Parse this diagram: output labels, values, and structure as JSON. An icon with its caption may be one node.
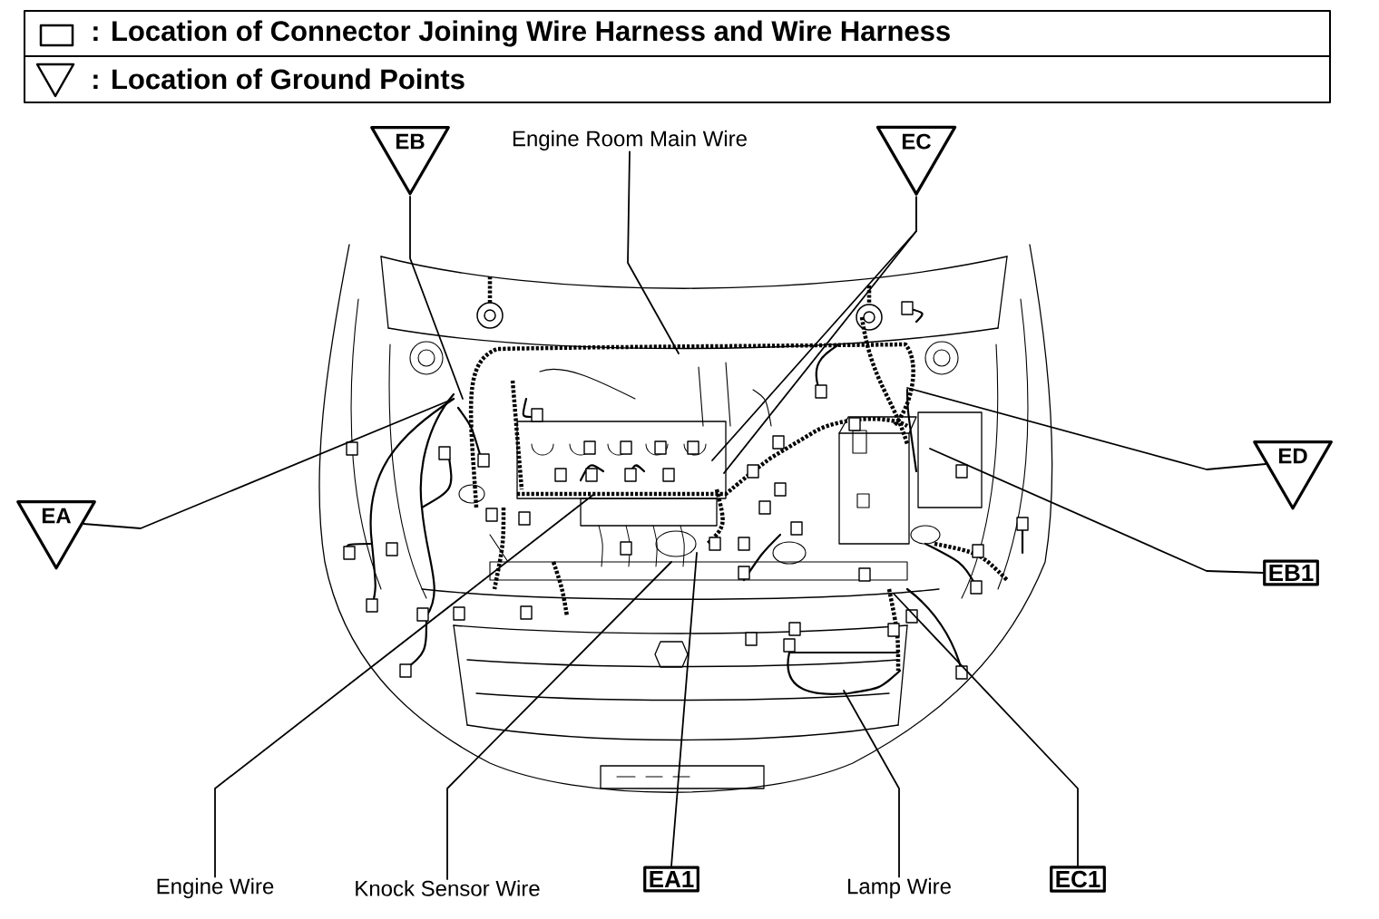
{
  "diagram": {
    "nodes": [
      {
        "text": [
          "EB"
        ]
      },
      {
        "text": [
          "Engine Room Main Wire"
        ]
      },
      {
        "text": [
          "EC"
        ]
      },
      {
        "text": [
          "EA"
        ]
      },
      {
        "text": [
          "ED"
        ]
      },
      {
        "text": [
          "EB1"
        ]
      },
      {
        "text": [
          "Engine Wire"
        ]
      },
      {
        "text": [
          "Knock Sensor Wire"
        ]
      },
      {
        "text": [
          "EA1"
        ]
      },
      {
        "text": [
          "Lamp Wire"
        ]
      },
      {
        "text": [
          "EC1"
        ]
      }
    ],
    "edges": [
      {
        "from": 0,
        "to": null,
        "arrow": "none"
      },
      {
        "from": 1,
        "to": null,
        "arrow": "none"
      },
      {
        "from": 2,
        "to": null,
        "arrow": "none"
      },
      {
        "from": 2,
        "to": null,
        "arrow": "none"
      },
      {
        "from": 3,
        "to": null,
        "arrow": "none"
      },
      {
        "from": 4,
        "to": null,
        "arrow": "none"
      },
      {
        "from": 5,
        "to": null,
        "arrow": "none"
      },
      {
        "from": 6,
        "to": null,
        "arrow": "none"
      },
      {
        "from": 7,
        "to": null,
        "arrow": "none"
      },
      {
        "from": 8,
        "to": null,
        "arrow": "none"
      },
      {
        "from": 9,
        "to": null,
        "arrow": "none"
      },
      {
        "from": 10,
        "to": null,
        "arrow": "none"
      }
    ],
    "legend": [
      {
        "text": ": Location of Connector Joining Wire Harness and Wire Harness"
      },
      {
        "text": ": Location of Ground Points"
      }
    ]
  }
}
